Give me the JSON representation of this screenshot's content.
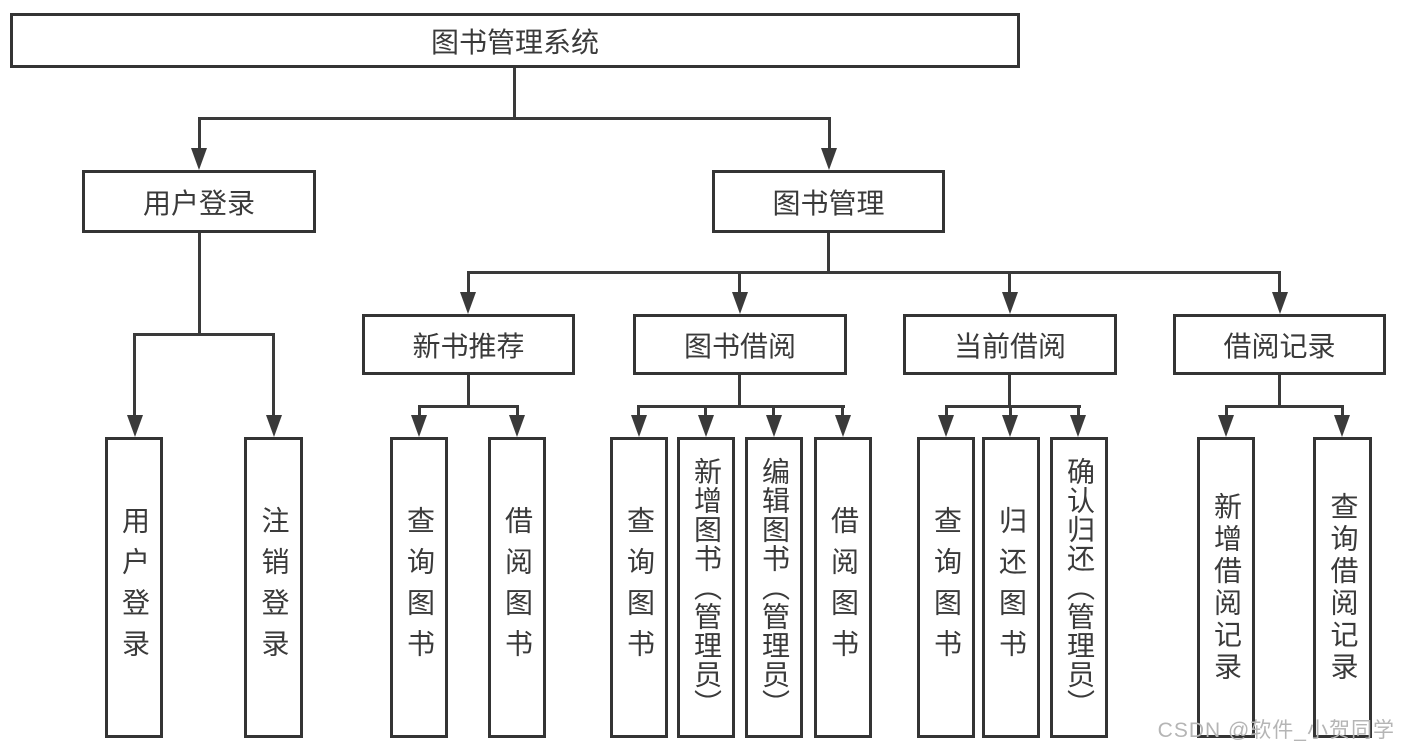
{
  "diagram": {
    "type": "tree",
    "root": {
      "id": "library-management-system",
      "label": "图书管理系统"
    },
    "level2": [
      {
        "id": "user-login",
        "label": "用户登录",
        "parent": "library-management-system"
      },
      {
        "id": "book-management",
        "label": "图书管理",
        "parent": "library-management-system"
      }
    ],
    "level3": [
      {
        "id": "new-book-recommend",
        "label": "新书推荐",
        "parent": "book-management"
      },
      {
        "id": "book-borrow",
        "label": "图书借阅",
        "parent": "book-management"
      },
      {
        "id": "current-borrow",
        "label": "当前借阅",
        "parent": "book-management"
      },
      {
        "id": "borrow-records",
        "label": "借阅记录",
        "parent": "book-management"
      }
    ],
    "leaves": [
      {
        "id": "leaf-user-login",
        "label": "用户登录",
        "parent": "user-login"
      },
      {
        "id": "leaf-logout",
        "label": "注销登录",
        "parent": "user-login"
      },
      {
        "id": "leaf-query-book-recommend",
        "label": "查询图书",
        "parent": "new-book-recommend"
      },
      {
        "id": "leaf-borrow-book-recommend",
        "label": "借阅图书",
        "parent": "new-book-recommend"
      },
      {
        "id": "leaf-query-book-borrow",
        "label": "查询图书",
        "parent": "book-borrow"
      },
      {
        "id": "leaf-add-book-admin",
        "label": "新增图书（管理员）",
        "parent": "book-borrow"
      },
      {
        "id": "leaf-edit-book-admin",
        "label": "编辑图书（管理员）",
        "parent": "book-borrow"
      },
      {
        "id": "leaf-borrow-book",
        "label": "借阅图书",
        "parent": "book-borrow"
      },
      {
        "id": "leaf-query-book-current",
        "label": "查询图书",
        "parent": "current-borrow"
      },
      {
        "id": "leaf-return-book",
        "label": "归还图书",
        "parent": "current-borrow"
      },
      {
        "id": "leaf-confirm-return-admin",
        "label": "确认归还（管理员）",
        "parent": "current-borrow"
      },
      {
        "id": "leaf-add-borrow-record",
        "label": "新增借阅记录",
        "parent": "borrow-records"
      },
      {
        "id": "leaf-query-borrow-record",
        "label": "查询借阅记录",
        "parent": "borrow-records"
      }
    ]
  },
  "colors": {
    "line": "#3a3a3a",
    "box_border": "#343434",
    "text": "#3a3a3a",
    "watermark": "#b5b5b5",
    "background": "#ffffff"
  },
  "watermark": {
    "text": "CSDN @软件_小贺同学"
  }
}
